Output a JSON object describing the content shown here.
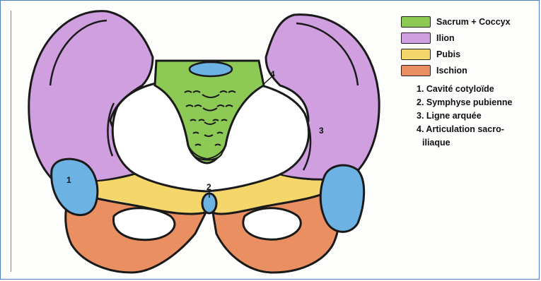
{
  "legend": {
    "items": [
      {
        "label": "Sacrum + Coccyx",
        "color": "#8cc955"
      },
      {
        "label": "Ilion",
        "color": "#cf9fe0"
      },
      {
        "label": "Pubis",
        "color": "#f5d66a"
      },
      {
        "label": "Ischion",
        "color": "#ea8f62"
      }
    ]
  },
  "notes": [
    "1. Cavité cotyloïde",
    "2. Symphyse pubienne",
    "3. Ligne arquée",
    "4. Articulation sacro-",
    "iliaque"
  ],
  "markers": {
    "m1": "1",
    "m2": "2",
    "m3": "3",
    "m4": "4"
  },
  "colors": {
    "outline": "#1a1a1a",
    "cavity": "#6cb2e3",
    "background": "#ffffff"
  }
}
